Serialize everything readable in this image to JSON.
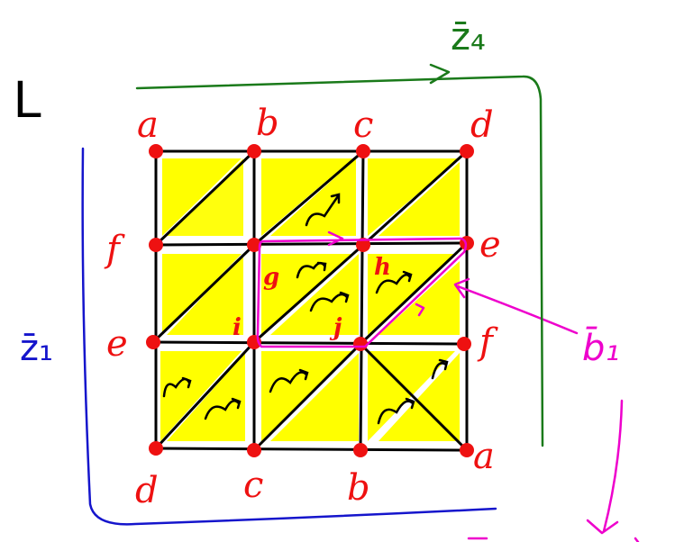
{
  "figure": {
    "title": "L",
    "top_labels": [
      "a",
      "b",
      "c",
      "d"
    ],
    "bottom_labels": [
      "d",
      "c",
      "b",
      "a"
    ],
    "left_labels": [
      "f",
      "e"
    ],
    "right_labels": [
      "e",
      "f"
    ],
    "inner_labels": [
      "g",
      "h",
      "i",
      "j"
    ],
    "annotation_z4": "z̄₄",
    "annotation_z1": "z̄₁",
    "annotation_b1": "b̄₁"
  },
  "colors": {
    "fill": "#ffff00",
    "vertex": "#ee1111",
    "labels": "#ee1111",
    "z4_path": "#1a7a1a",
    "z1_path": "#1515cc",
    "b1_path": "#ee00cc",
    "lines": "#000000"
  }
}
